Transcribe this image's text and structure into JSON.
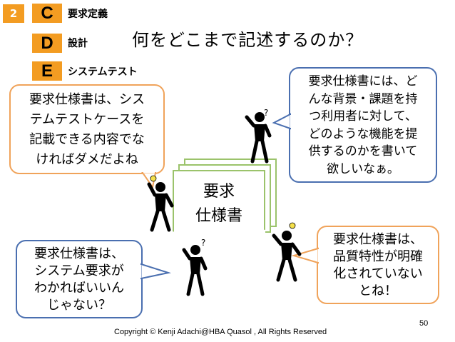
{
  "slide": {
    "number": "2",
    "title": "何をどこまで記述するのか？",
    "page_number": "50",
    "copyright": "Copyright ©  Kenji Adachi@HBA Quasol , All Rights Reserved"
  },
  "phases": [
    {
      "letter": "C",
      "label": "要求定義"
    },
    {
      "letter": "D",
      "label": "設計"
    },
    {
      "letter": "E",
      "label": "システムテスト"
    }
  ],
  "document": {
    "line1": "要求",
    "line2": "仕様書"
  },
  "bubbles": {
    "top_left": [
      "要求仕様書は、シス",
      "テムテストケースを",
      "記載できる内容でな",
      "ければダメだよね"
    ],
    "top_right": [
      "要求仕様書には、ど",
      "んな背景・課題を持",
      "つ利用者に対して、",
      "どのような機能を提",
      "供するのかを書いて",
      "欲しいなぁ。"
    ],
    "bottom_left": [
      "要求仕様書は、",
      "システム要求が",
      "わかればいいん",
      "じゃない？"
    ],
    "bottom_right": [
      "要求仕様書は、",
      "品質特性が明確",
      "化されていない",
      "とね！"
    ]
  },
  "colors": {
    "accent": "#f39c22",
    "bubble_orange": "#f0a35a",
    "bubble_blue": "#4a6fb0",
    "doc_border": "#9bc36b"
  }
}
